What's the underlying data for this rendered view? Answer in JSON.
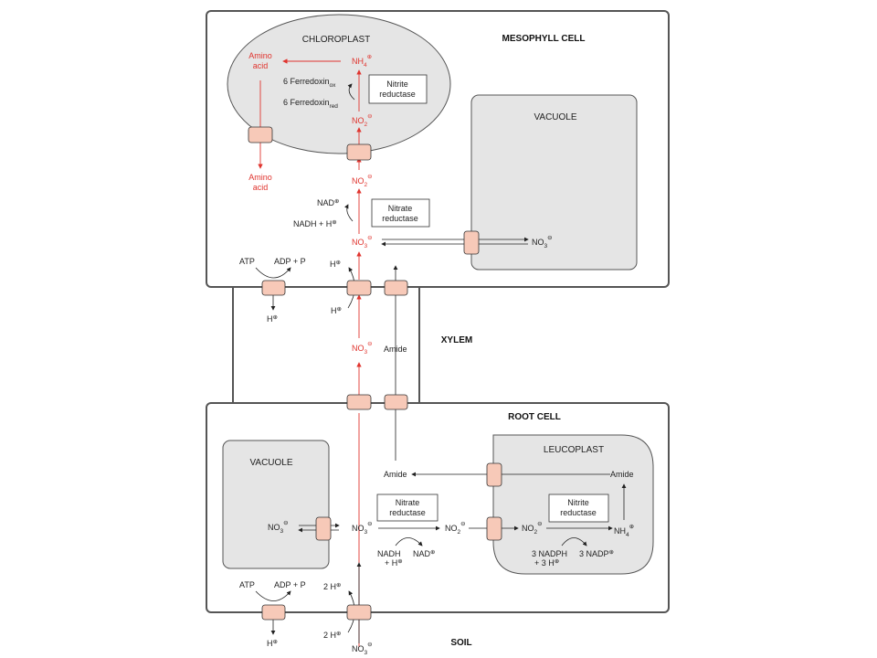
{
  "mesophyll": {
    "title": "MESOPHYLL CELL",
    "chloroplast": "CHLOROPLAST",
    "vacuole": "VACUOLE",
    "amino_acid_1": "Amino",
    "amino_acid_2": "acid",
    "ferredoxin_ox": "6 Ferredoxin",
    "ferredoxin_ox_sub": "ox",
    "ferredoxin_red": "6 Ferredoxin",
    "ferredoxin_red_sub": "red",
    "nitrite_reductase_1": "Nitrite",
    "nitrite_reductase_2": "reductase",
    "nitrate_reductase_1": "Nitrate",
    "nitrate_reductase_2": "reductase",
    "nad": "NAD",
    "nadh": "NADH + H",
    "atp": "ATP",
    "adp": "ADP + P",
    "h": "H"
  },
  "xylem": {
    "title": "XYLEM",
    "amide": "Amide"
  },
  "root": {
    "title": "ROOT CELL",
    "vacuole": "VACUOLE",
    "leucoplast": "LEUCOPLAST",
    "amide": "Amide",
    "nitrate_reductase_1": "Nitrate",
    "nitrate_reductase_2": "reductase",
    "nitrite_reductase_1": "Nitrite",
    "nitrite_reductase_2": "reductase",
    "nadh_1": "NADH",
    "nadh_2": "+ H",
    "nad": "NAD",
    "nadph_1": "3 NADPH",
    "nadph_2": "+ 3 H",
    "nadp": "3 NADP",
    "atp": "ATP",
    "adp": "ADP + P",
    "h": "H",
    "two_h": "2 H"
  },
  "soil": {
    "title": "SOIL"
  },
  "chem": {
    "no3": "NO",
    "no2": "NO",
    "nh4": "NH",
    "sub3": "3",
    "sub2": "2",
    "sub4": "4",
    "plus": "⊕",
    "minus": "⊖"
  },
  "colors": {
    "red_flux": "#e0342e",
    "transporter": "#f7c9b8",
    "organelle": "#e5e5e5"
  }
}
